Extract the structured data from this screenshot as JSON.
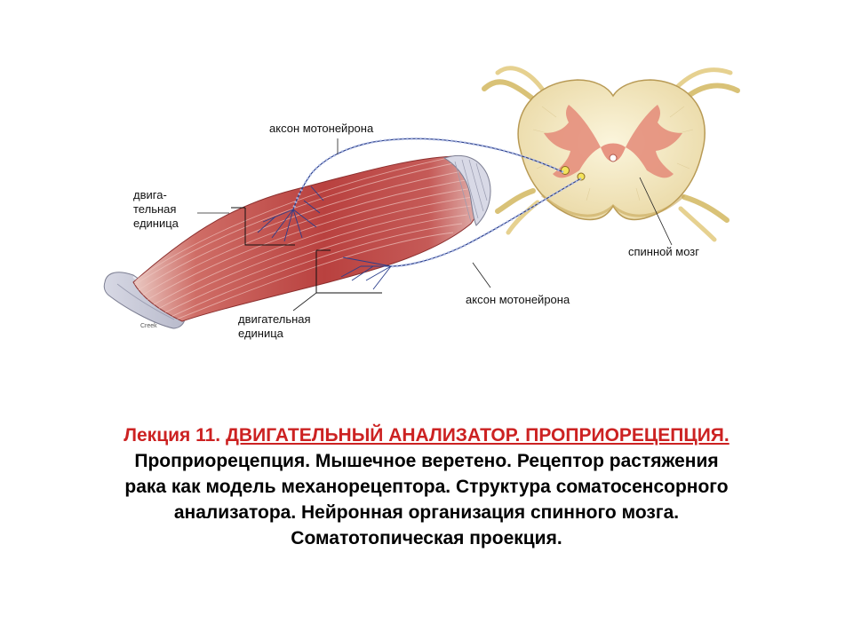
{
  "labels": {
    "axon_top": "аксон мотонейрона",
    "motor_unit_left_line1": "двига-",
    "motor_unit_left_line2": "тельная",
    "motor_unit_left_line3": "единица",
    "motor_unit_bottom_line1": "двигательная",
    "motor_unit_bottom_line2": "единица",
    "spinal_cord": "спинной мозг",
    "axon_bottom": "аксон мотонейрона",
    "artist_signature": "Creek"
  },
  "caption": {
    "lecture_prefix": "Лекция 11. ",
    "lecture_title": "ДВИГАТЕЛЬНЫЙ АНАЛИЗАТОР. ПРОПРИОРЕЦЕПЦИЯ. ",
    "line1": "Проприорецепция.  Мышечное веретено. Рецептор растяжения",
    "line2": "рака как модель механорецептора. Структура соматосенсорного",
    "line3": "анализатора. Нейронная организация спинного мозга.",
    "line4": "Соматотопическая проекция."
  },
  "colors": {
    "caption_accent": "#cc2222",
    "muscle_red": "#c0504f",
    "tendon_grey": "#c9cbd8",
    "white_matter": "#f5ecc8",
    "gray_matter": "#e58a77",
    "nerve_root": "#e8d28a"
  }
}
